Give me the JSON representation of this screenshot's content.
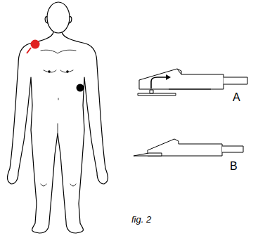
{
  "diagram": {
    "caption": "fig. 2",
    "labels": [
      "A",
      "B"
    ]
  }
}
